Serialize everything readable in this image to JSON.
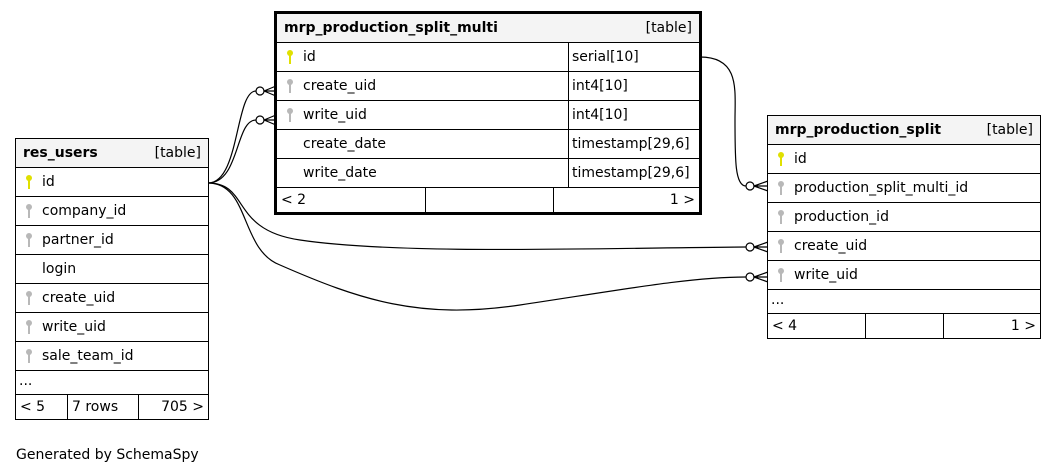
{
  "res_users": {
    "name": "res_users",
    "kind": "[table]",
    "columns": [
      {
        "name": "id",
        "key": "primary"
      },
      {
        "name": "company_id",
        "key": "foreign"
      },
      {
        "name": "partner_id",
        "key": "foreign"
      },
      {
        "name": "login",
        "key": "none"
      },
      {
        "name": "create_uid",
        "key": "foreign"
      },
      {
        "name": "write_uid",
        "key": "foreign"
      },
      {
        "name": "sale_team_id",
        "key": "foreign"
      }
    ],
    "more": "...",
    "footer": {
      "parents": "< 5",
      "rows": "7 rows",
      "children": "705 >"
    }
  },
  "multi": {
    "name": "mrp_production_split_multi",
    "kind": "[table]",
    "columns": [
      {
        "name": "id",
        "type": "serial[10]",
        "key": "primary"
      },
      {
        "name": "create_uid",
        "type": "int4[10]",
        "key": "foreign"
      },
      {
        "name": "write_uid",
        "type": "int4[10]",
        "key": "foreign"
      },
      {
        "name": "create_date",
        "type": "timestamp[29,6]",
        "key": "none"
      },
      {
        "name": "write_date",
        "type": "timestamp[29,6]",
        "key": "none"
      }
    ],
    "footer": {
      "parents": "< 2",
      "rows": "",
      "children": "1 >"
    }
  },
  "split": {
    "name": "mrp_production_split",
    "kind": "[table]",
    "columns": [
      {
        "name": "id",
        "key": "primary"
      },
      {
        "name": "production_split_multi_id",
        "key": "foreign"
      },
      {
        "name": "production_id",
        "key": "foreign"
      },
      {
        "name": "create_uid",
        "key": "foreign"
      },
      {
        "name": "write_uid",
        "key": "foreign"
      }
    ],
    "more": "...",
    "footer": {
      "parents": "< 4",
      "rows": "",
      "children": "1 >"
    }
  },
  "colors": {
    "primary_key": "#e0e000",
    "foreign_key": "#b8b8b8",
    "header_bg": "#f4f4f4"
  },
  "generated_by": "Generated by SchemaSpy"
}
